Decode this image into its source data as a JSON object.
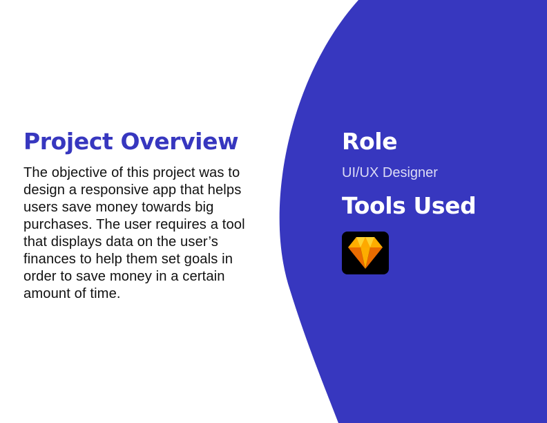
{
  "colors": {
    "accent": "#3737bf",
    "background": "#ffffff",
    "text": "#111111",
    "on_accent": "#ffffff"
  },
  "overview": {
    "title": "Project Overview",
    "body": "The objective of this project was to design a responsive app that helps users save money towards big purchases. The user requires a tool that displays data on the user’s finances to help them set goals in order to save money in a certain amount of time."
  },
  "role": {
    "title": "Role",
    "value": "UI/UX Designer"
  },
  "tools": {
    "title": "Tools Used",
    "items": [
      {
        "icon": "sketch-app-icon"
      }
    ]
  }
}
